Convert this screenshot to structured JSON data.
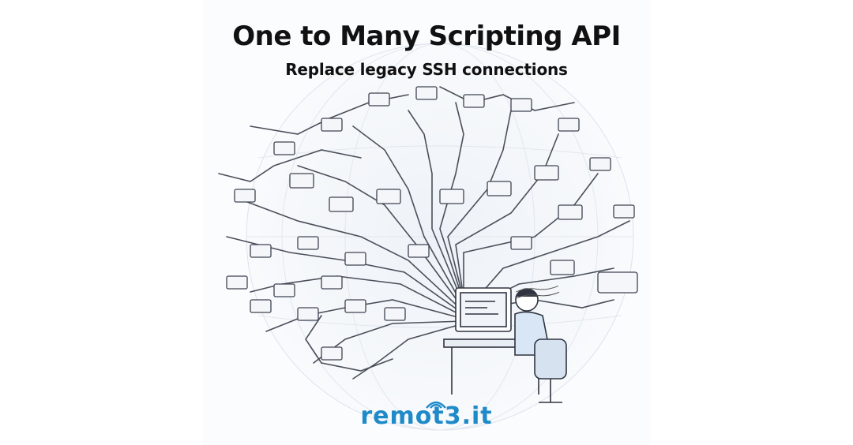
{
  "banner": {
    "title": "One to Many Scripting API",
    "subtitle": "Replace legacy SSH connections"
  },
  "logo": {
    "brand_text": "remot3.it",
    "brand_color": "#1f8ac8",
    "tld_color": "#1a4f9c",
    "icon": "wifi-icon"
  },
  "illustration": {
    "subject": "network-diagram-icon",
    "person": "person-at-computer-icon"
  }
}
